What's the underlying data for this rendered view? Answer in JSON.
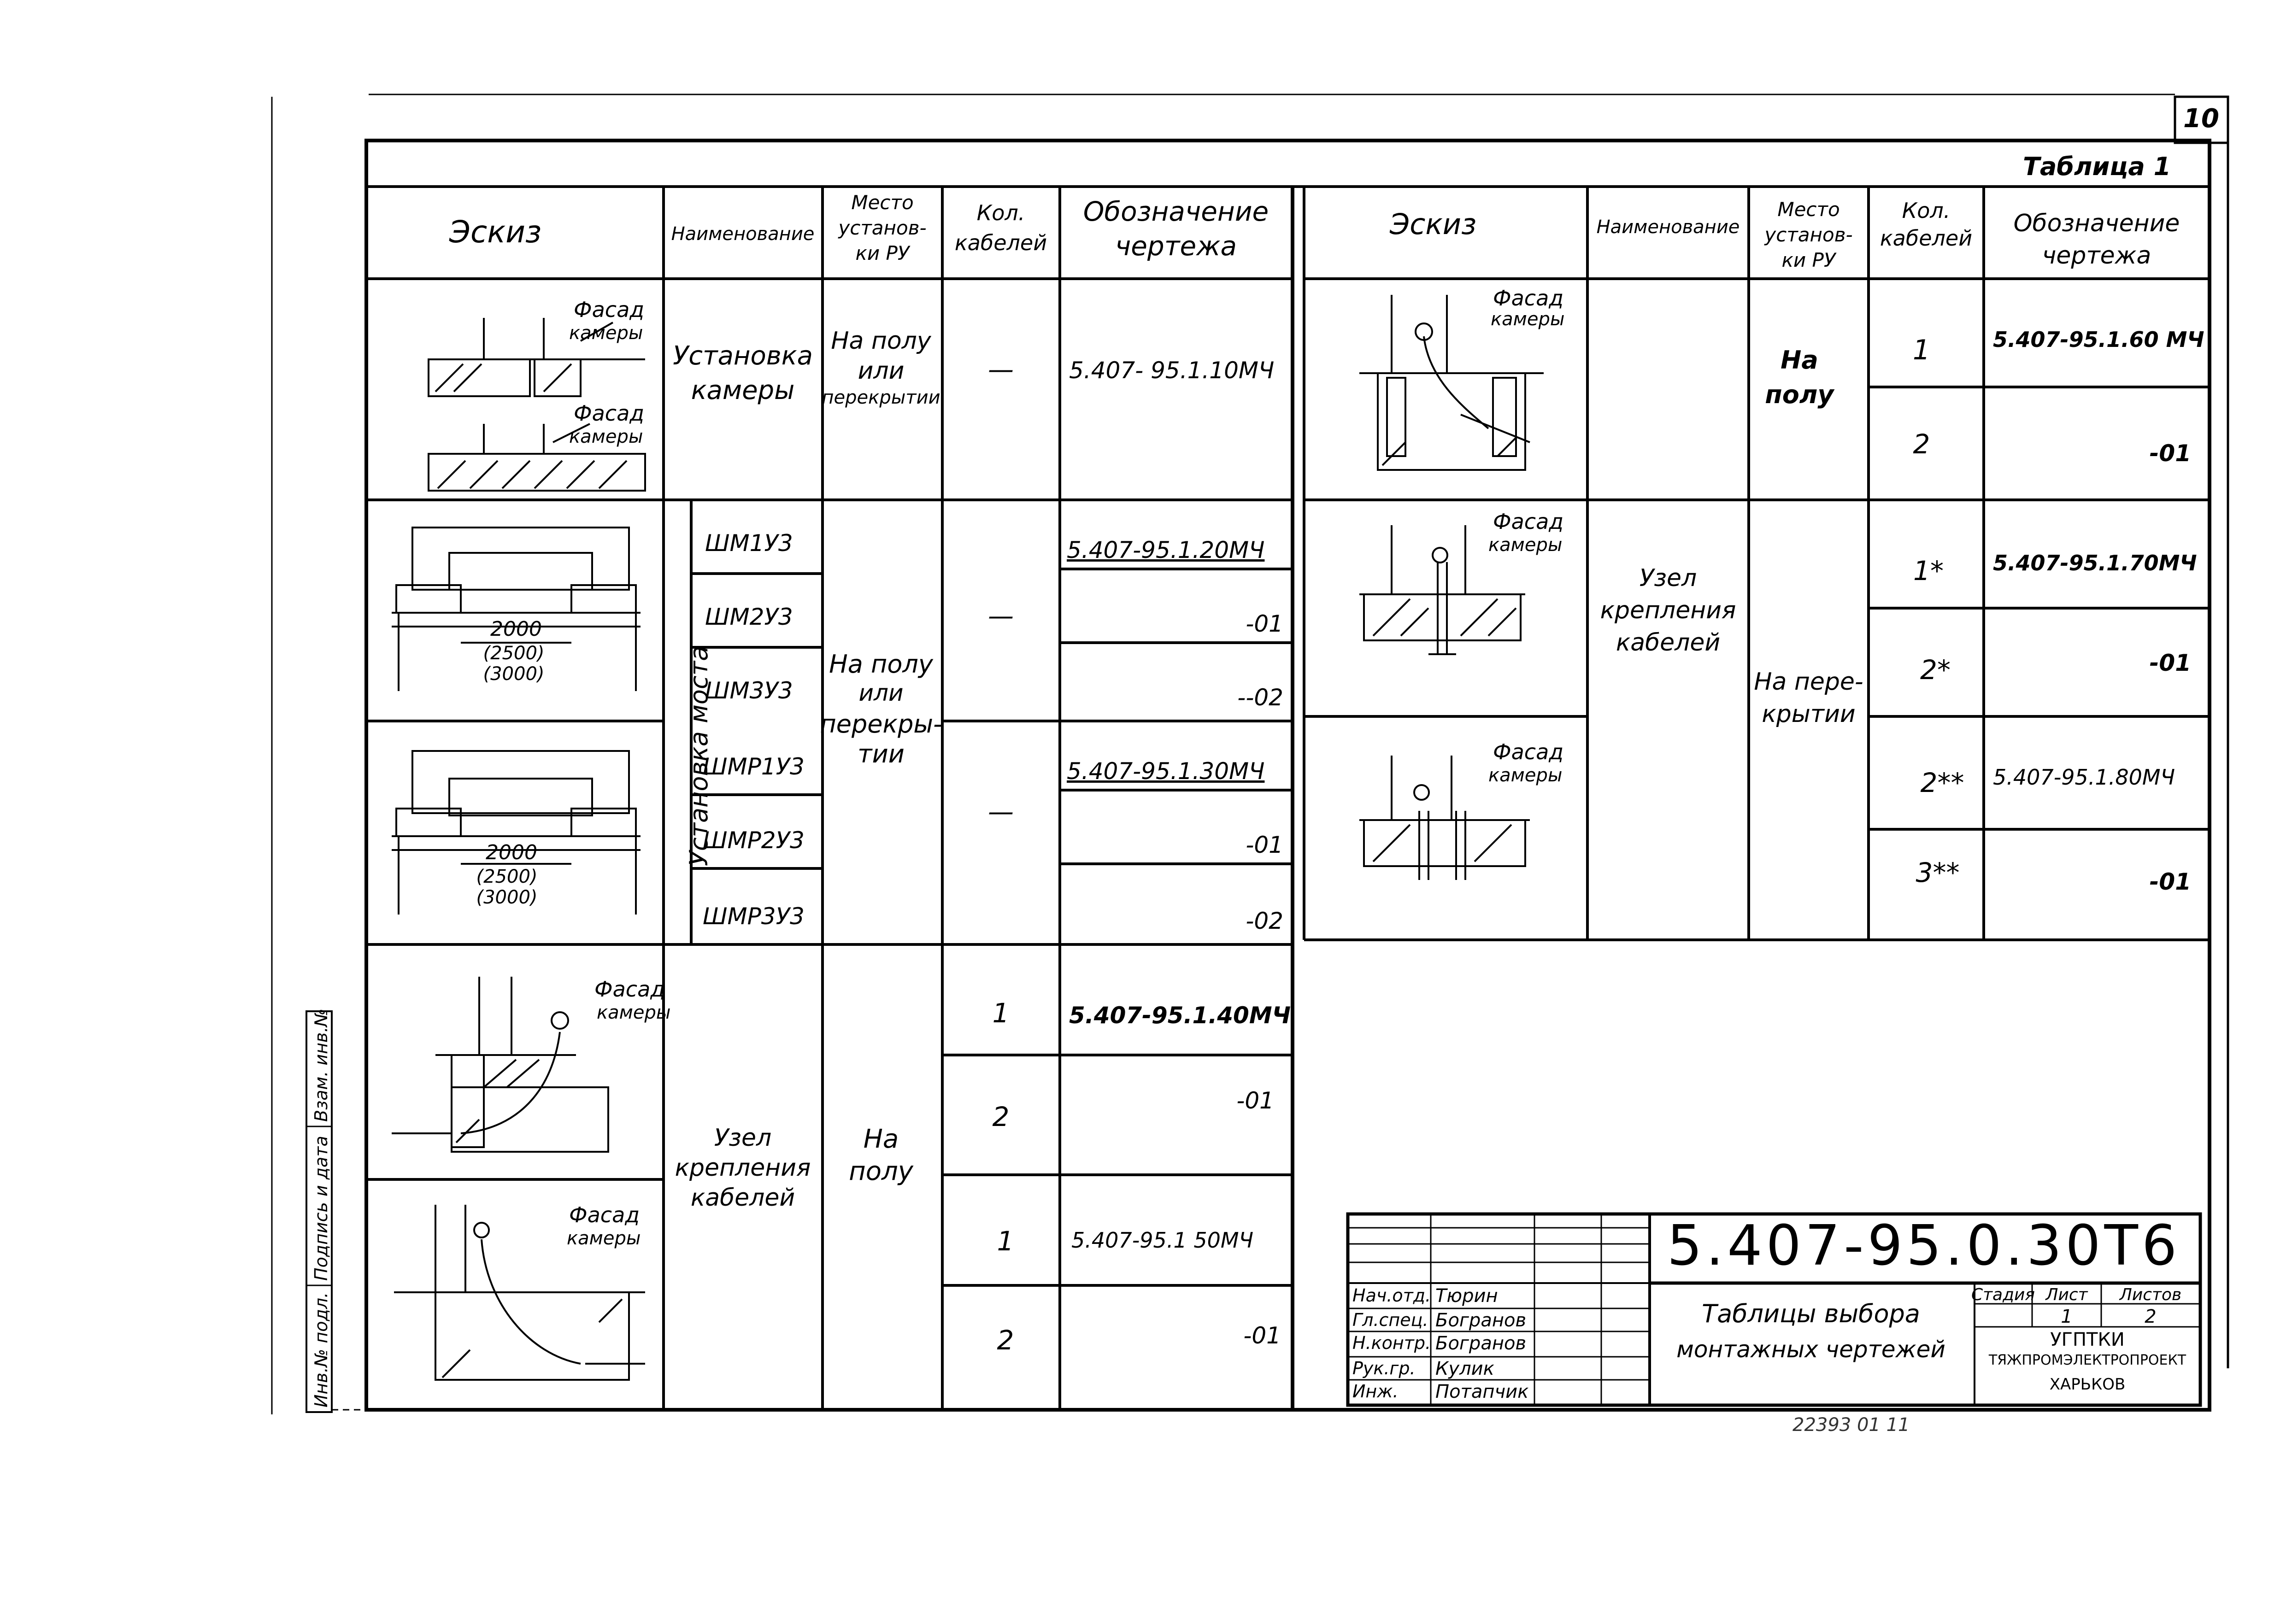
{
  "page_number": "10",
  "table_caption": "Таблица 1",
  "headers": {
    "sketch": "Эскиз",
    "name": "Наименование",
    "place": [
      "Место",
      "установ-",
      "ки РУ"
    ],
    "cables": [
      "Кол.",
      "кабелей"
    ],
    "drawing": [
      "Обозначение",
      "чертежа"
    ]
  },
  "facade_label": [
    "Фасад",
    "камеры"
  ],
  "dims": {
    "main": "2000",
    "alt1": "(2500)",
    "alt2": "(3000)"
  },
  "left": {
    "row1": {
      "name": [
        "Установка",
        "камеры"
      ],
      "place": [
        "На полу",
        "или",
        "перекрытии"
      ],
      "cables": "—",
      "drawing": "5.407- 95.1.10МЧ"
    },
    "bridge_group": "Установка моста",
    "bridge_items": [
      {
        "name": "ШМ1У3",
        "drawing": "5.407-95.1.20МЧ"
      },
      {
        "name": "ШМ2У3",
        "drawing": "-01"
      },
      {
        "name": "ШМ3У3",
        "drawing": "--02"
      },
      {
        "name": "ШМР1У3",
        "drawing": "5.407-95.1.30МЧ"
      },
      {
        "name": "ШМР2У3",
        "drawing": "-01"
      },
      {
        "name": "ШМР3У3",
        "drawing": "-02"
      }
    ],
    "bridge_place": [
      "На полу",
      "или",
      "перекры-",
      "тии"
    ],
    "bridge_cables": [
      "—",
      "—"
    ],
    "row3": {
      "name": [
        "Узел",
        "крепления",
        "кабелей"
      ],
      "place": [
        "На",
        "полу"
      ],
      "items": [
        {
          "cables": "1",
          "drawing": "5.407-95.1.40МЧ"
        },
        {
          "cables": "2",
          "drawing": "-01"
        },
        {
          "cables": "1",
          "drawing": "5.407-95.1 50МЧ"
        },
        {
          "cables": "2",
          "drawing": "-01"
        }
      ]
    }
  },
  "right": {
    "name": [
      "Узел",
      "крепления",
      "кабелей"
    ],
    "place_floor": [
      "На",
      "полу"
    ],
    "place_ceiling": [
      "На пере-",
      "крытии"
    ],
    "items": [
      {
        "cables": "1",
        "drawing": "5.407-95.1.60 МЧ"
      },
      {
        "cables": "2",
        "drawing": "-01"
      },
      {
        "cables": "1*",
        "drawing": "5.407-95.1.70МЧ"
      },
      {
        "cables": "2*",
        "drawing": "-01"
      },
      {
        "cables": "2**",
        "drawing": "5.407-95.1.80МЧ"
      },
      {
        "cables": "3**",
        "drawing": "-01"
      }
    ]
  },
  "side_stamp": [
    "Инв.№ подл.",
    "Подпись и дата",
    "Взам. инв.№"
  ],
  "title_block": {
    "code": "5.407-95.0.30Т6",
    "title": [
      "Таблицы выбора",
      "монтажных чертежей"
    ],
    "roles": [
      "Нач.отд.",
      "Гл.спец.",
      "Н.контр.",
      "Рук.гр.",
      "Инж."
    ],
    "names": [
      "Тюрин",
      "Богранов",
      "Богранов",
      "Кулик",
      "Потапчик"
    ],
    "stage_headers": [
      "Стадия",
      "Лист",
      "Листов"
    ],
    "sheet": "1",
    "sheets": "2",
    "org": [
      "УГПТКИ",
      "ТЯЖПРОМЭЛЕКТРОПРОЕКТ",
      "ХАРЬКОВ"
    ]
  },
  "footer_note": "22393 01  11"
}
